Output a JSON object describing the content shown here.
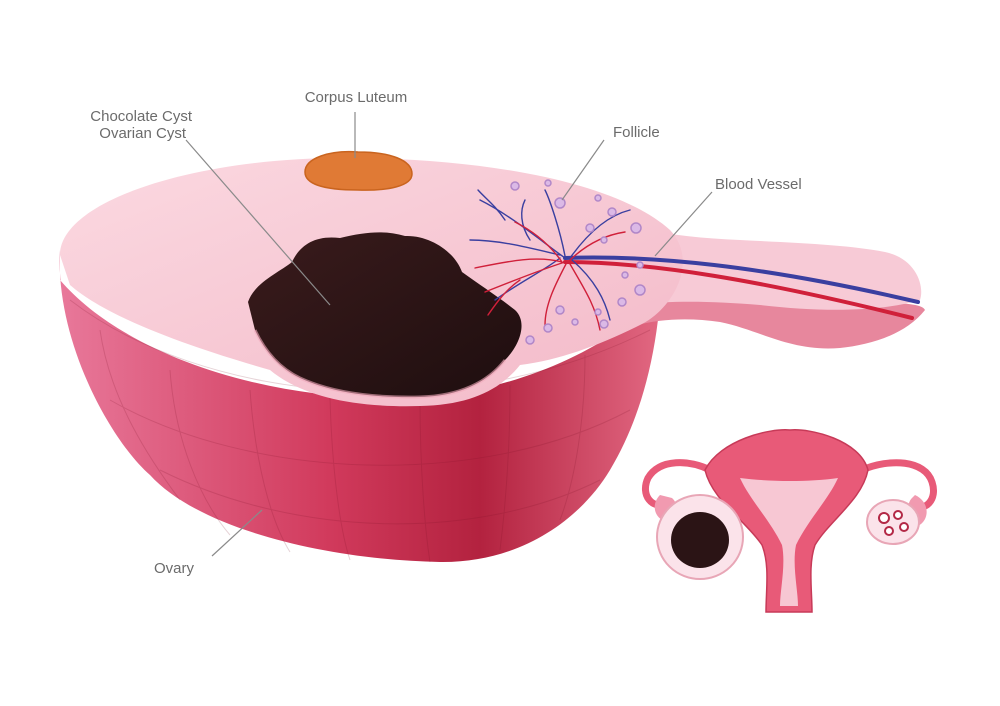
{
  "labels": {
    "corpus_luteum": "Corpus Luteum",
    "chocolate_cyst": "Chocolate Cyst",
    "ovarian_cyst": "Ovarian Cyst",
    "follicle": "Follicle",
    "blood_vessel": "Blood Vessel",
    "ovary": "Ovary"
  },
  "colors": {
    "ovary_top": "#f6c7d3",
    "ovary_side": "#d94a6a",
    "ovary_side_dark": "#a81d3c",
    "cyst": "#2b1415",
    "corpus_luteum": "#e07a35",
    "vein": "#3a3fa0",
    "artery": "#d0203a",
    "follicle": "#c79ad8",
    "uterus": "#e85a78",
    "label_text": "#6b6b6b",
    "leader_line": "#8a8a8a"
  }
}
